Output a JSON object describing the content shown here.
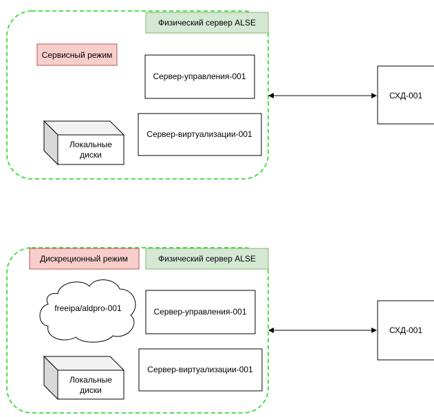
{
  "diagram": {
    "top_group": {
      "server_label": "Физический сервер ALSE",
      "mode_label": "Сервисный режим",
      "mgmt_server": "Сервер-управления-001",
      "virt_server": "Сервер-виртуализации-001",
      "disks_line1": "Локальные",
      "disks_line2": "диски",
      "storage": "СХД-001"
    },
    "bottom_group": {
      "server_label": "Физический сервер ALSE",
      "mode_label": "Дискреционный режим",
      "cloud_label": "freeipa/aldpro-001",
      "mgmt_server": "Сервер-управления-001",
      "virt_server": "Сервер-виртуализации-001",
      "disks_line1": "Локальные",
      "disks_line2": "диски",
      "storage": "СХД-001"
    },
    "colors": {
      "group_border": "#33dd33",
      "server_label_fill": "#d5e8d4",
      "server_label_stroke": "#82b366",
      "mode_label_fill": "#f8cecc",
      "mode_label_stroke": "#b85450"
    }
  }
}
